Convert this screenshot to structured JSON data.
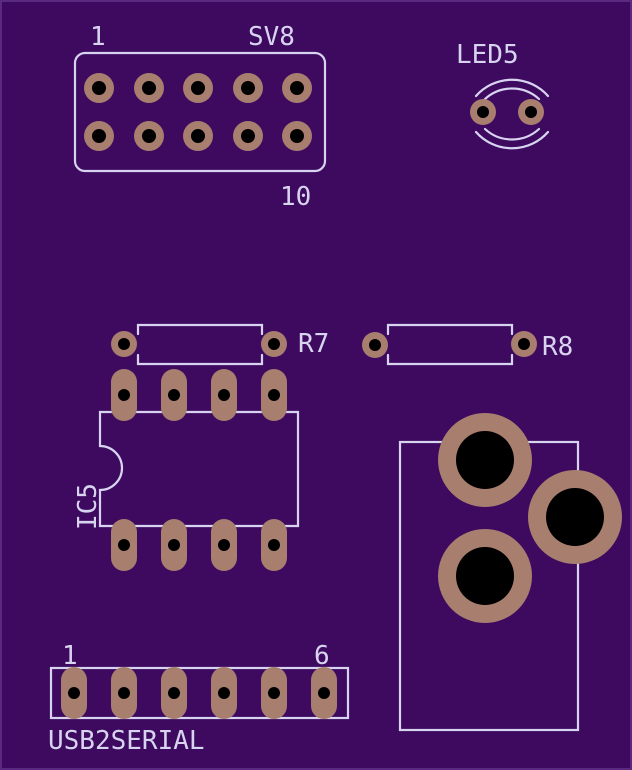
{
  "colors": {
    "board": "#3d0a60",
    "copper": "#a87e6e",
    "silkscreen": "#d8d4f0",
    "drill": "#000000"
  },
  "components": {
    "sv8": {
      "name": "SV8",
      "pin_first": "1",
      "pin_last": "10"
    },
    "led5": {
      "name": "LED5"
    },
    "r7": {
      "name": "R7"
    },
    "r8": {
      "name": "R8"
    },
    "ic5": {
      "name": "IC5"
    },
    "usb2serial": {
      "name": "USB2SERIAL",
      "pin_first": "1",
      "pin_last": "6"
    }
  }
}
